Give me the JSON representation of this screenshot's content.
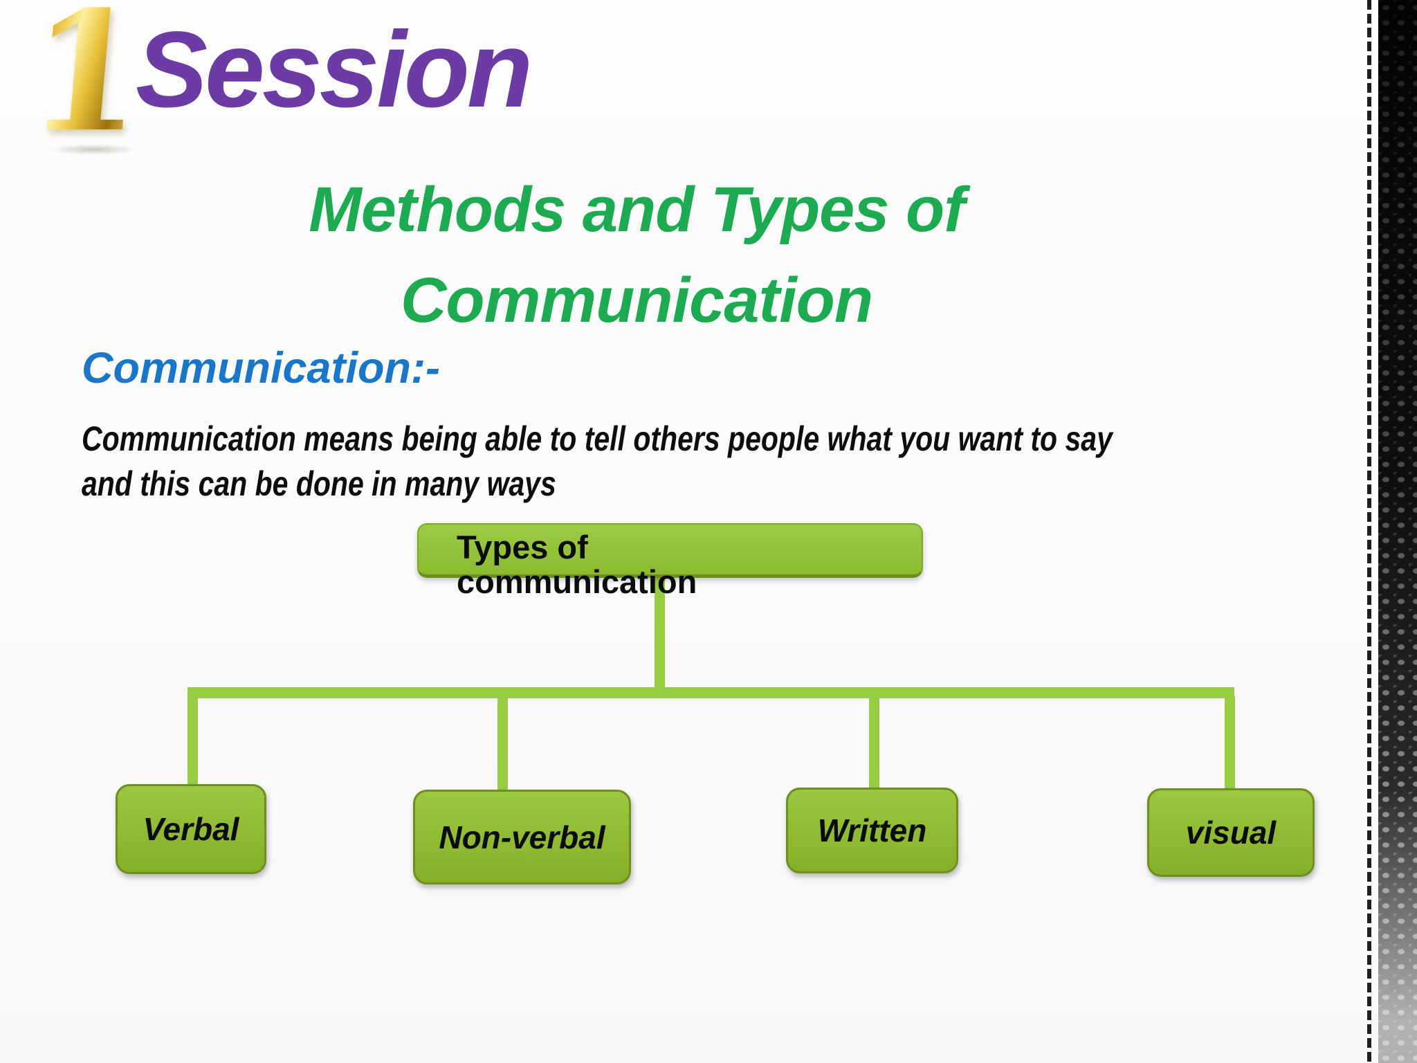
{
  "slide": {
    "badge_number": "1",
    "session_title": "Session",
    "main_title": "Methods and Types of\nCommunication",
    "section_heading": "Communication:-",
    "body_text": "Communication means being able to tell others people what you want to say\nand this can be done in many ways"
  },
  "diagram": {
    "root": {
      "label": "Types of\ncommunication"
    },
    "children": [
      {
        "label": "Verbal"
      },
      {
        "label": "Non-verbal"
      },
      {
        "label": "Written"
      },
      {
        "label": "visual"
      }
    ]
  },
  "colors": {
    "session_purple": "#6b3ca3",
    "title_green": "#1cab50",
    "heading_blue": "#1976c8",
    "node_fill_green": "#90be33",
    "node_border_green": "#6e8f1f",
    "connector_green": "#97cb42",
    "badge_gold": "#e0b62e",
    "text_black": "#0d0d0d"
  }
}
